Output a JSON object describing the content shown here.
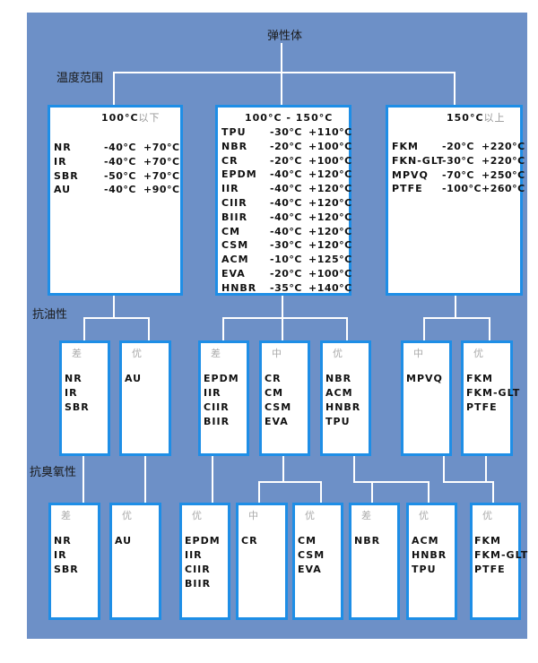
{
  "title": "弹性体",
  "section_labels": {
    "temperature": "温度范围",
    "oil_resistance": "抗油性",
    "ozone_resistance": "抗臭氧性"
  },
  "temperature_groups": [
    {
      "header": "100°C",
      "header_suffix": "以下",
      "rows": [
        {
          "name": "NR",
          "min": "-40°C",
          "max": "+70°C"
        },
        {
          "name": "IR",
          "min": "-40°C",
          "max": "+70°C"
        },
        {
          "name": "SBR",
          "min": "-50°C",
          "max": "+70°C"
        },
        {
          "name": "AU",
          "min": "-40°C",
          "max": "+90°C"
        }
      ]
    },
    {
      "header": "100°C - 150°C",
      "header_suffix": "",
      "rows": [
        {
          "name": "TPU",
          "min": "-30°C",
          "max": "+110°C"
        },
        {
          "name": "NBR",
          "min": "-20°C",
          "max": "+100°C"
        },
        {
          "name": "CR",
          "min": "-20°C",
          "max": "+100°C"
        },
        {
          "name": "EPDM",
          "min": "-40°C",
          "max": "+120°C"
        },
        {
          "name": "IIR",
          "min": "-40°C",
          "max": "+120°C"
        },
        {
          "name": "CIIR",
          "min": "-40°C",
          "max": "+120°C"
        },
        {
          "name": "BIIR",
          "min": "-40°C",
          "max": "+120°C"
        },
        {
          "name": "CM",
          "min": "-40°C",
          "max": "+120°C"
        },
        {
          "name": "CSM",
          "min": "-30°C",
          "max": "+120°C"
        },
        {
          "name": "ACM",
          "min": "-10°C",
          "max": "+125°C"
        },
        {
          "name": "EVA",
          "min": "-20°C",
          "max": "+100°C"
        },
        {
          "name": "HNBR",
          "min": "-35°C",
          "max": "+140°C"
        }
      ]
    },
    {
      "header": "150°C",
      "header_suffix": "以上",
      "rows": [
        {
          "name": "FKM",
          "min": "-20°C",
          "max": "+220°C"
        },
        {
          "name": "FKN-GLT",
          "min": "-30°C",
          "max": "+220°C"
        },
        {
          "name": "MPVQ",
          "min": "-70°C",
          "max": "+250°C"
        },
        {
          "name": "PTFE",
          "min": "-100°C",
          "max": "+260°C"
        }
      ]
    }
  ],
  "oil_resistance": [
    {
      "rating": "差",
      "items": [
        "NR",
        "IR",
        "SBR"
      ]
    },
    {
      "rating": "优",
      "items": [
        "AU"
      ]
    },
    {
      "rating": "差",
      "items": [
        "EPDM",
        "IIR",
        "CIIR",
        "BIIR"
      ]
    },
    {
      "rating": "中",
      "items": [
        "CR",
        "CM",
        "CSM",
        "EVA"
      ]
    },
    {
      "rating": "优",
      "items": [
        "NBR",
        "ACM",
        "HNBR",
        "TPU"
      ]
    },
    {
      "rating": "中",
      "items": [
        "MPVQ"
      ]
    },
    {
      "rating": "优",
      "items": [
        "FKM",
        "FKM-GLT",
        "PTFE"
      ]
    }
  ],
  "ozone_resistance": [
    {
      "rating": "差",
      "items": [
        "NR",
        "IR",
        "SBR"
      ]
    },
    {
      "rating": "优",
      "items": [
        "AU"
      ]
    },
    {
      "rating": "优",
      "items": [
        "EPDM",
        "IIR",
        "CIIR",
        "BIIR"
      ]
    },
    {
      "rating": "中",
      "items": [
        "CR"
      ]
    },
    {
      "rating": "优",
      "items": [
        "CM",
        "CSM",
        "EVA"
      ]
    },
    {
      "rating": "差",
      "items": [
        "NBR"
      ]
    },
    {
      "rating": "优",
      "items": [
        "ACM",
        "HNBR",
        "TPU"
      ]
    },
    {
      "rating": "优",
      "items": [
        "FKM",
        "FKM-GLT",
        "PTFE"
      ]
    }
  ],
  "colors": {
    "background": "#6d90c7",
    "box_border": "#1e8ee6",
    "lines": "#ffffff"
  }
}
